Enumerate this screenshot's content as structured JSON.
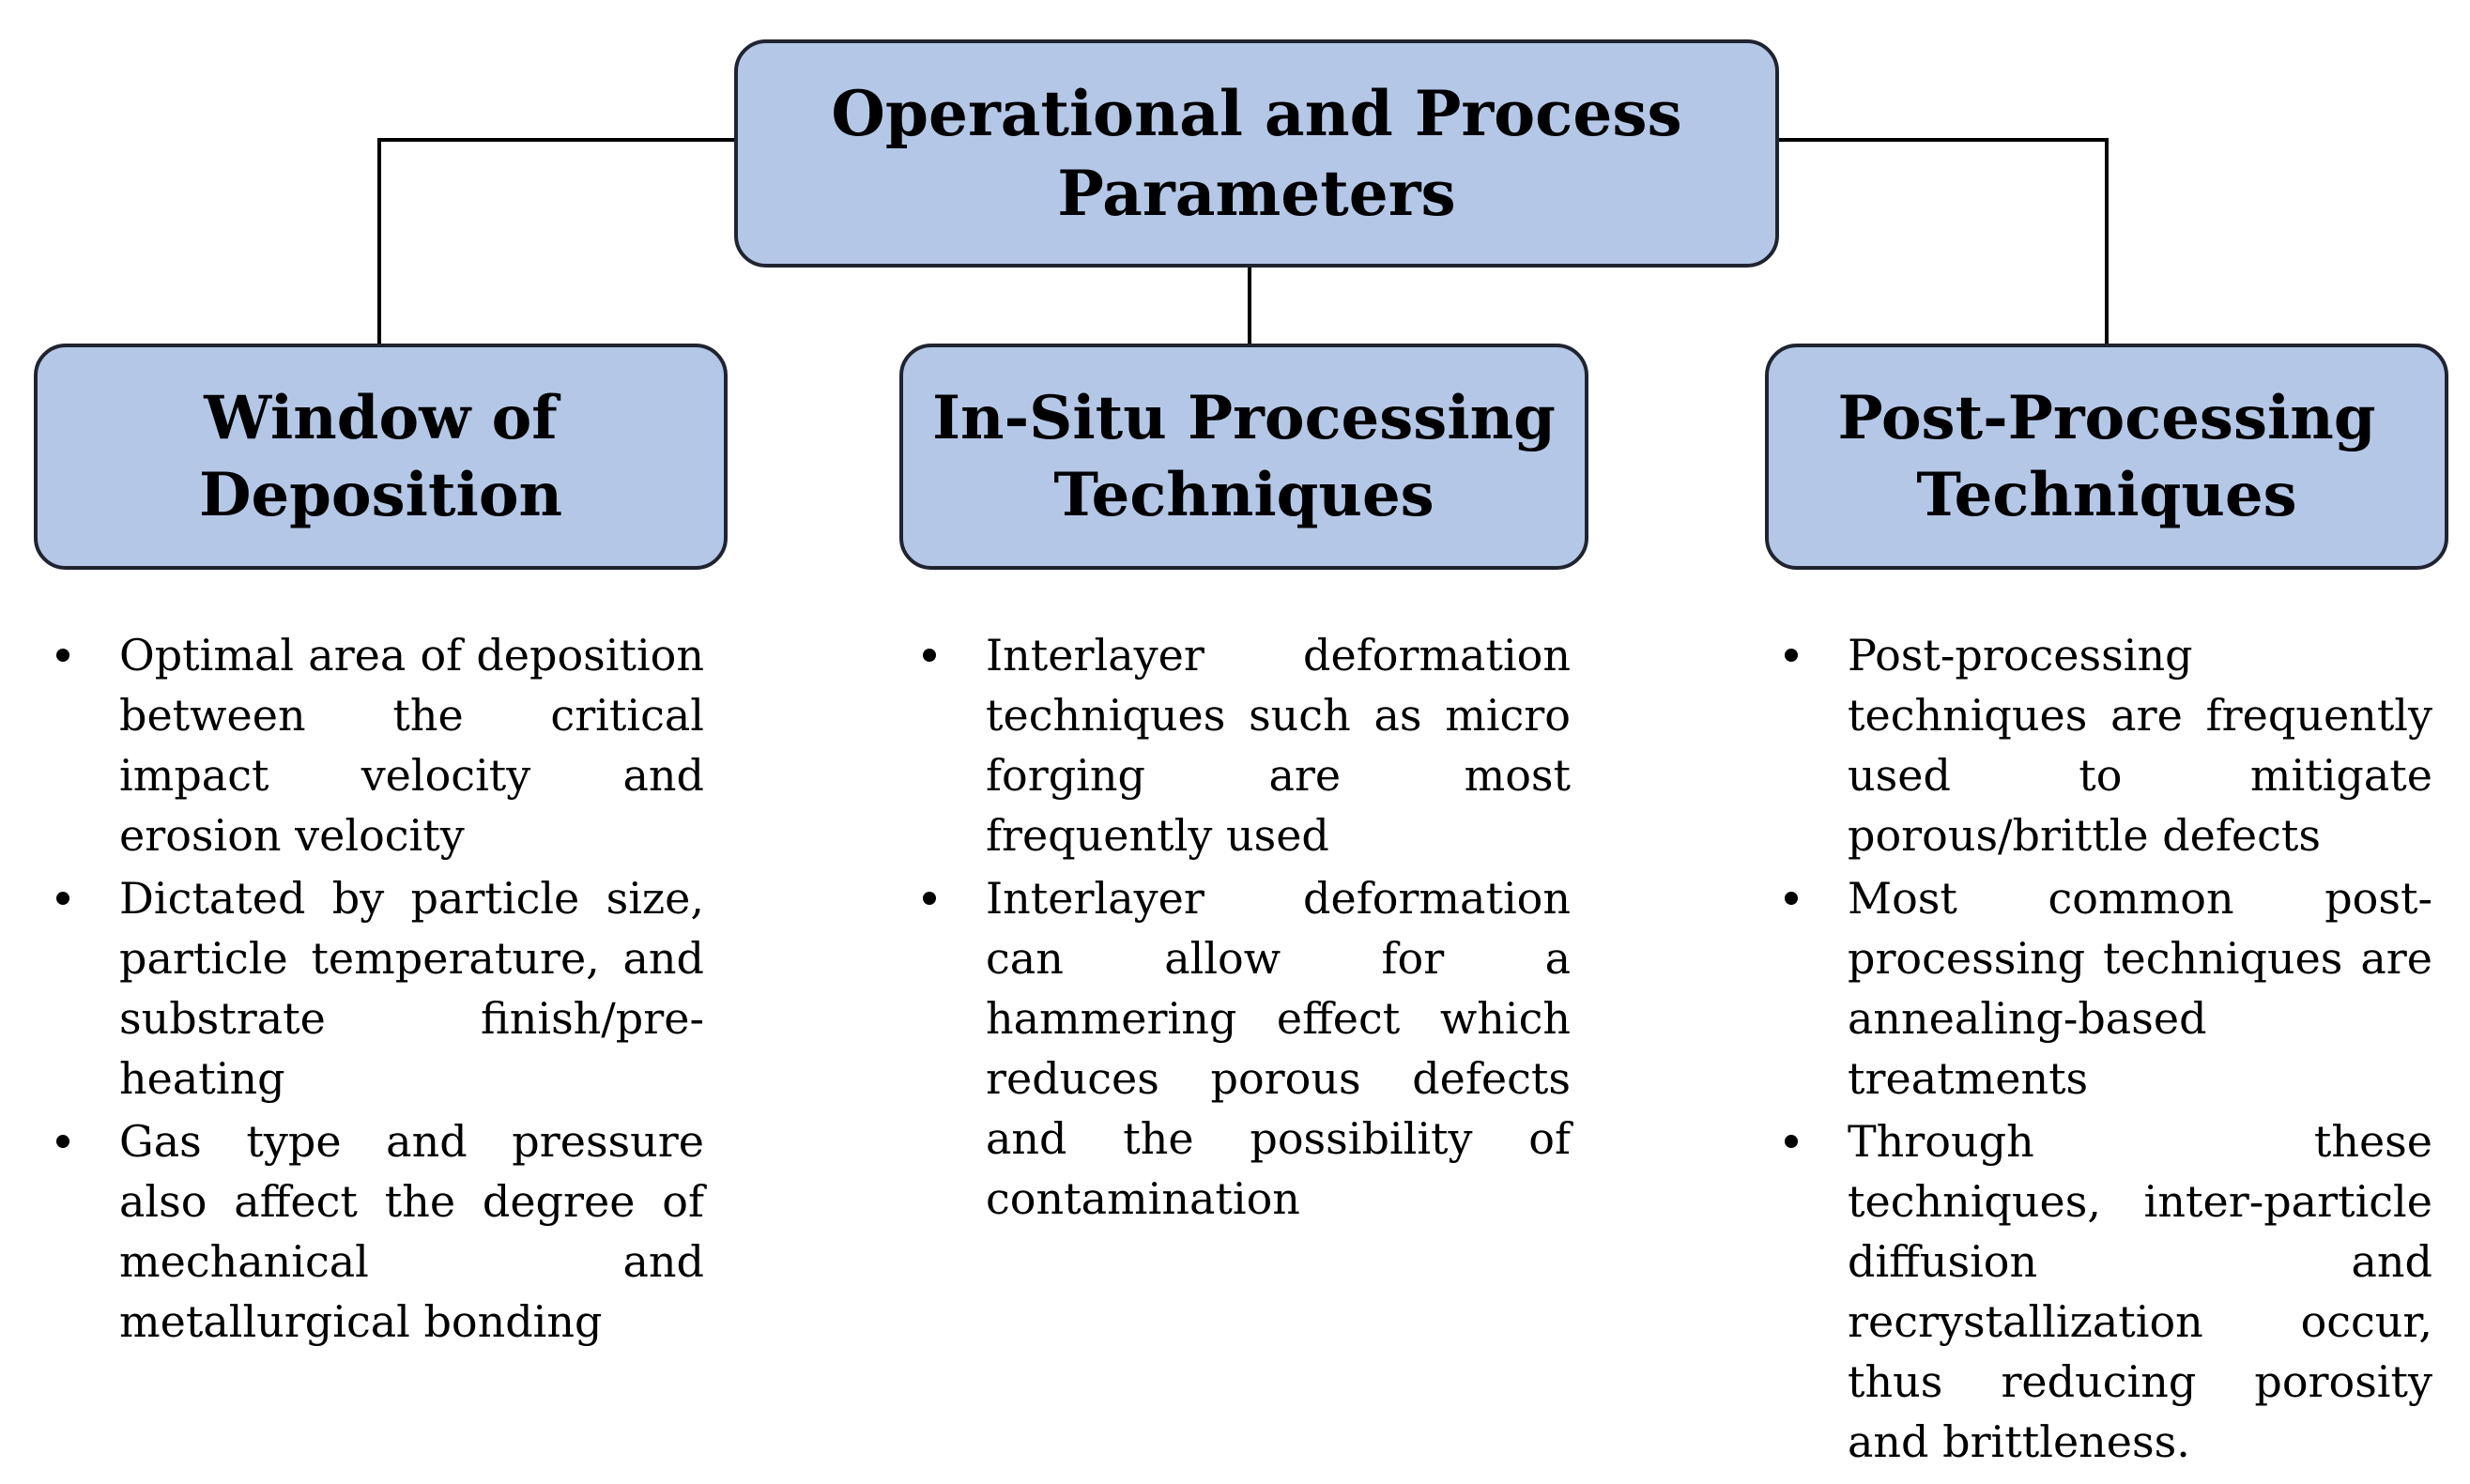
{
  "figure": {
    "root_box": {
      "title": "Operational and Process Parameters"
    },
    "branches": [
      {
        "title": "Window of Deposition",
        "bullets": [
          "Optimal area of deposition between the critical impact velocity and erosion velocity",
          "Dictated by particle size, particle temperature, and substrate finish/pre-heating",
          "Gas type and pressure also affect the degree of mechanical and metallurgical bonding"
        ]
      },
      {
        "title": "In-Situ Processing Techniques",
        "bullets": [
          "Interlayer deformation techniques such as micro forging are most frequently used",
          "Interlayer deformation can allow for a hammering effect which reduces porous defects and the possibility of contamination"
        ]
      },
      {
        "title": "Post-Processing Techniques",
        "bullets": [
          "Post-processing techniques are frequently used to mitigate porous/brittle defects",
          "Most common post-processing techniques are annealing-based treatments",
          "Through these techniques, inter-particle diffusion and recrystallization occur, thus reducing porosity and brittleness."
        ]
      }
    ]
  },
  "colors": {
    "box_fill": "#b4c7e7",
    "box_border": "#1f2430",
    "connector": "#000000",
    "text": "#000000",
    "background": "#ffffff"
  }
}
